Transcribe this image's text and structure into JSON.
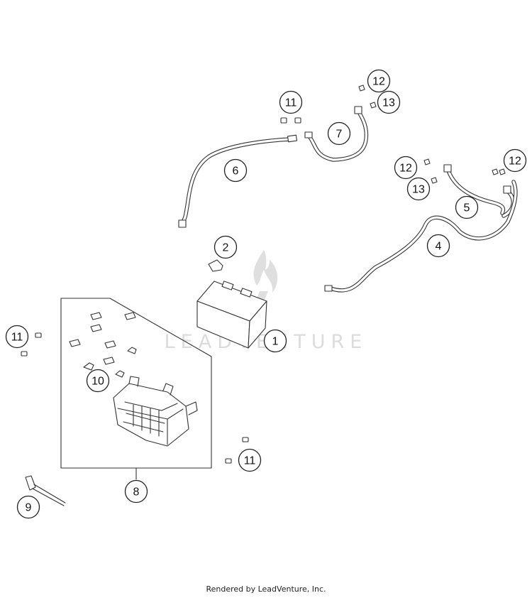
{
  "watermark": {
    "text": "LEADVENTURE"
  },
  "callouts": [
    {
      "id": "c1",
      "label": "1"
    },
    {
      "id": "c2",
      "label": "2"
    },
    {
      "id": "c4",
      "label": "4"
    },
    {
      "id": "c5",
      "label": "5"
    },
    {
      "id": "c6",
      "label": "6"
    },
    {
      "id": "c7",
      "label": "7"
    },
    {
      "id": "c8",
      "label": "8"
    },
    {
      "id": "c9",
      "label": "9"
    },
    {
      "id": "c10",
      "label": "10"
    },
    {
      "id": "c11a",
      "label": "11"
    },
    {
      "id": "c11b",
      "label": "11"
    },
    {
      "id": "c11c",
      "label": "11"
    },
    {
      "id": "c12a",
      "label": "12"
    },
    {
      "id": "c12b",
      "label": "12"
    },
    {
      "id": "c12c",
      "label": "12"
    },
    {
      "id": "c13a",
      "label": "13"
    },
    {
      "id": "c13b",
      "label": "13"
    }
  ],
  "footer": {
    "text": "Rendered by LeadVenture, Inc."
  }
}
